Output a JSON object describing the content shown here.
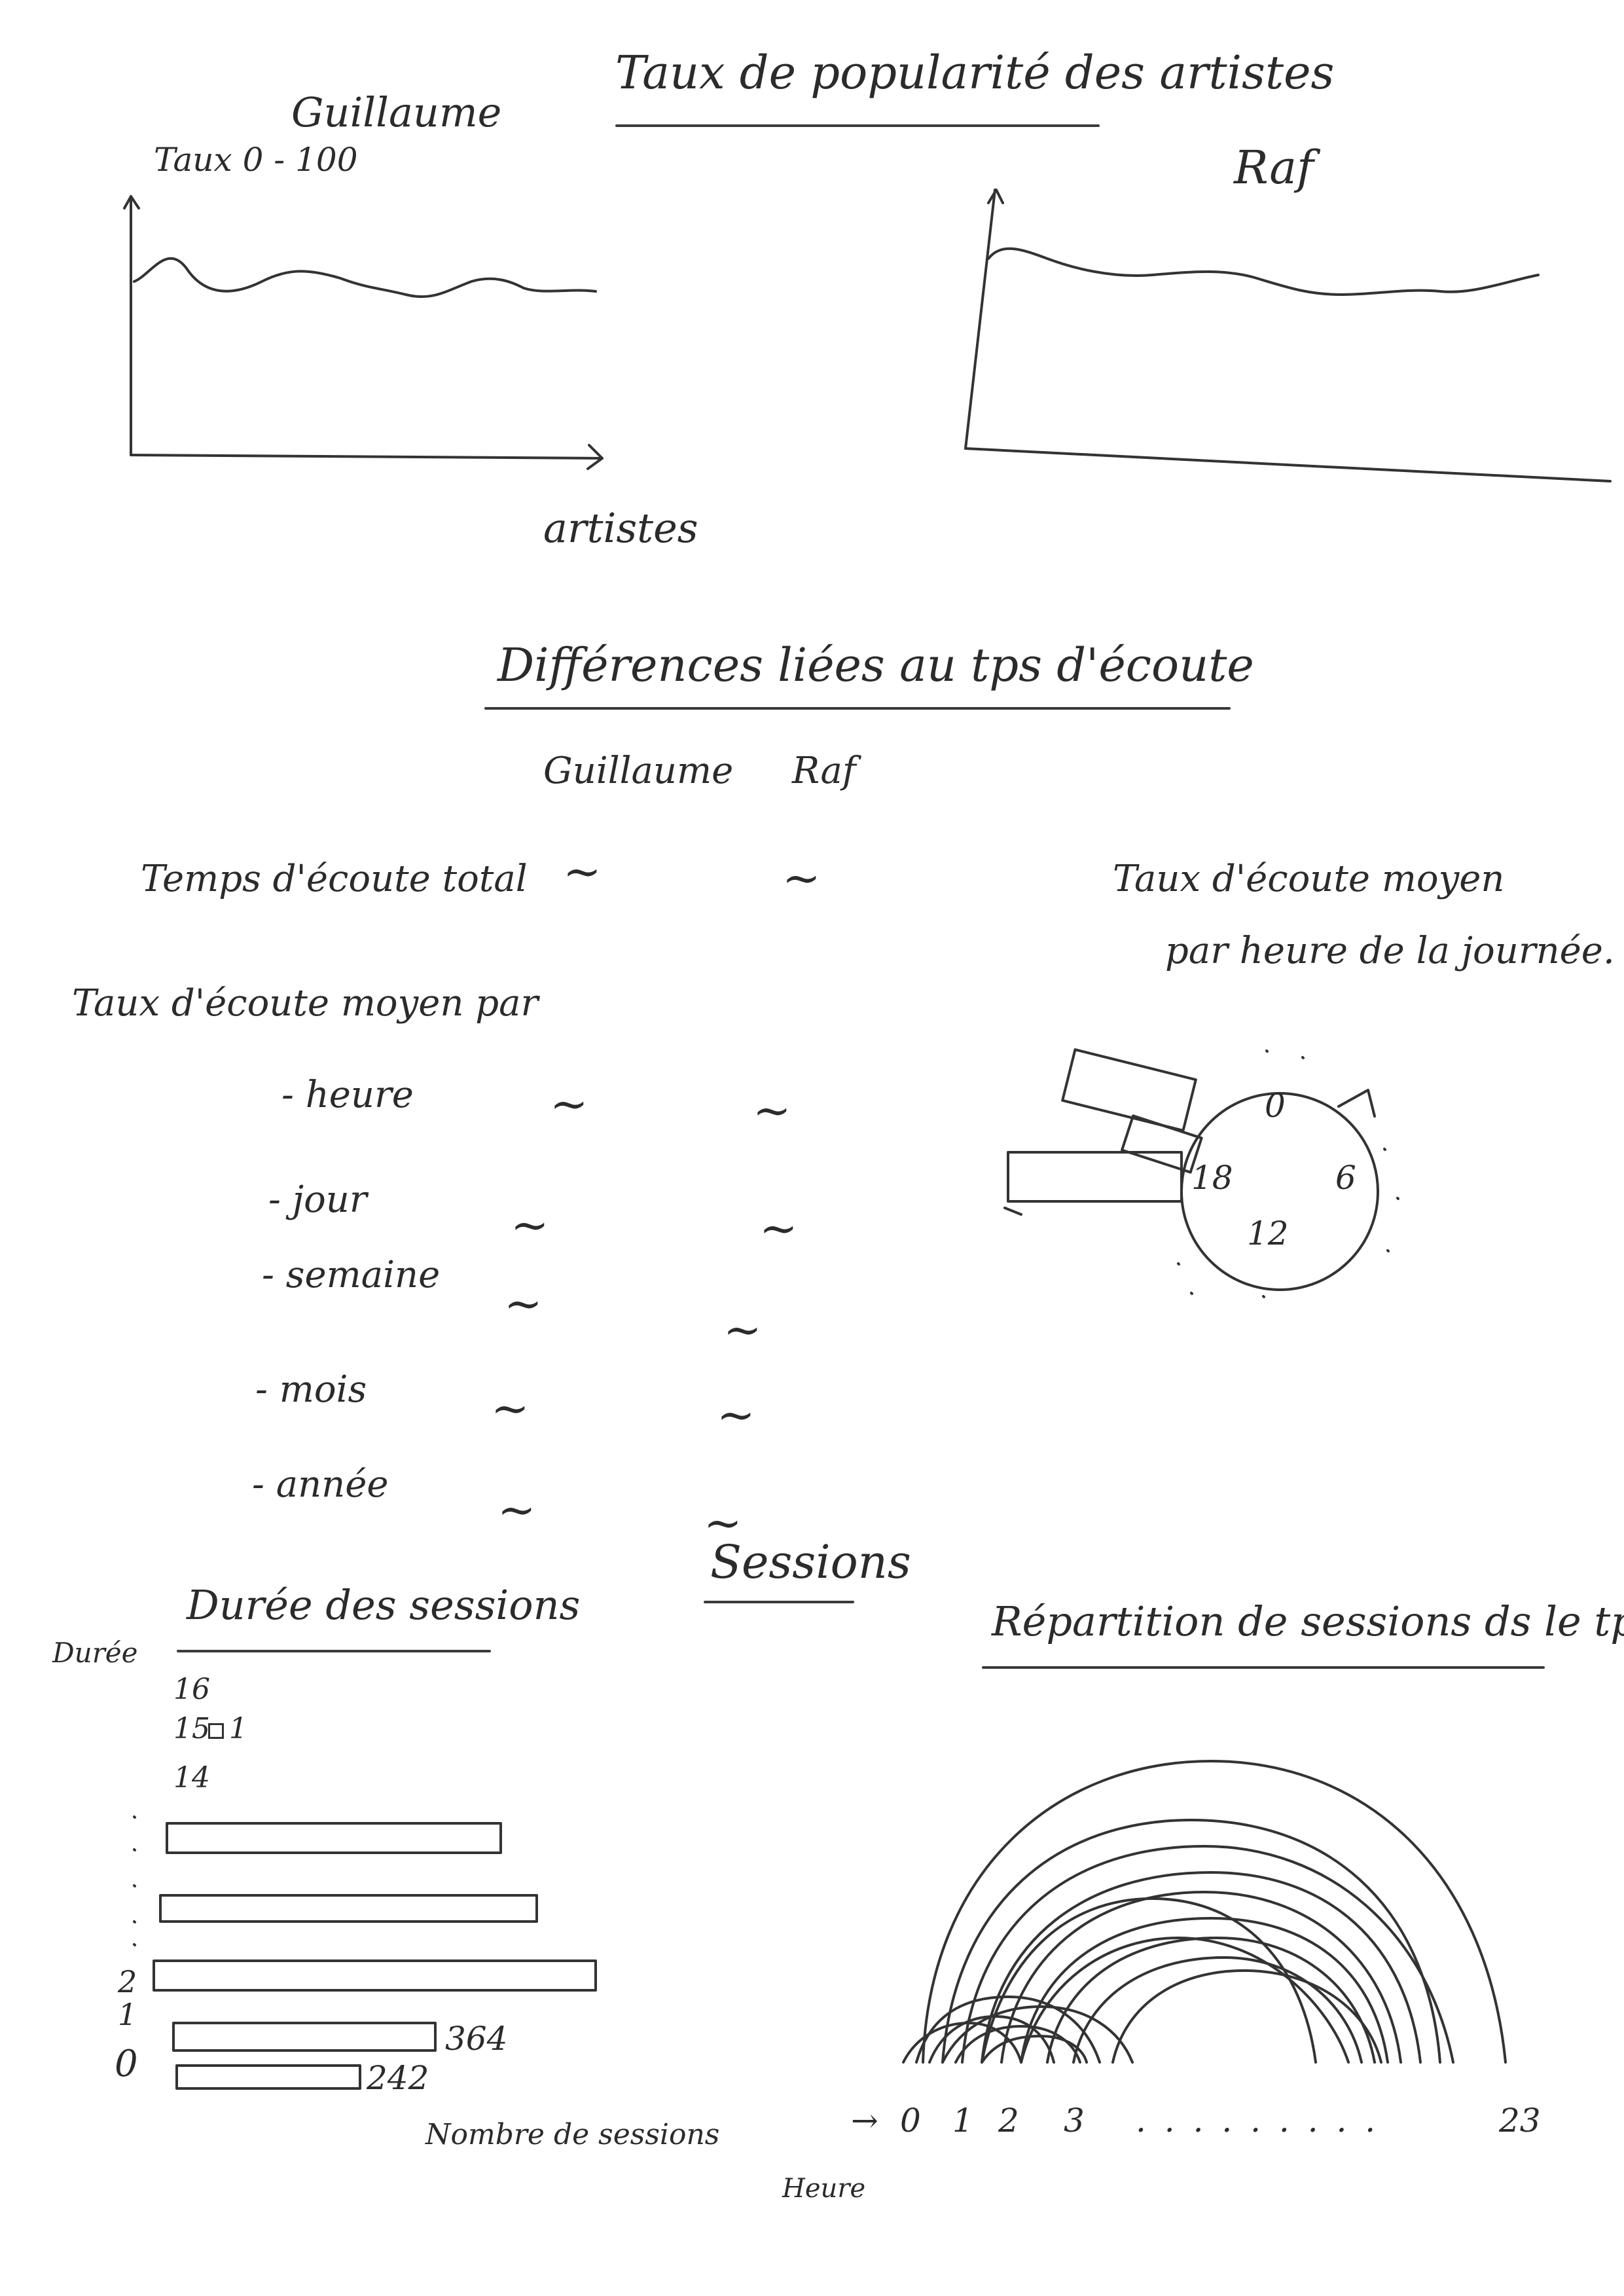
{
  "section_popularity": {
    "title": "Taux de popularité des artistes",
    "left_chart": {
      "user": "Guillaume",
      "y_label": "Taux 0 - 100",
      "x_label": "artistes"
    },
    "right_chart": {
      "user": "Raf"
    }
  },
  "section_listening": {
    "title": "Différences liées au tps d'écoute",
    "col_user_1": "Guillaume",
    "col_user_2": "Raf",
    "total_label": "Temps d'écoute total",
    "average_label": "Taux d'écoute moyen par",
    "rows": [
      "- heure",
      "- jour",
      "- semaine",
      "- mois",
      "- année"
    ],
    "placeholder": "~",
    "clock": {
      "title_line1": "Taux d'écoute moyen",
      "title_line2": "par heure de la journée.",
      "marks": [
        "0",
        "6",
        "12",
        "18"
      ]
    }
  },
  "section_sessions": {
    "title": "Sessions",
    "duration_chart": {
      "title": "Durée des sessions",
      "y_axis_title": "Durée",
      "y_ticks_top": [
        "16",
        "15",
        "14"
      ],
      "tick_15_value": "1",
      "y_ticks_bottom": [
        "2",
        "1",
        "0"
      ],
      "bar_values": [
        "364",
        "242"
      ],
      "x_label": "Nombre de sessions"
    },
    "distribution_chart": {
      "title": "Répartition de sessions ds le tps",
      "x_ticks": [
        "0",
        "1",
        "2",
        "3",
        "23"
      ],
      "x_ellipsis": ". . . . . . . . .",
      "x_label": "Heure"
    }
  }
}
